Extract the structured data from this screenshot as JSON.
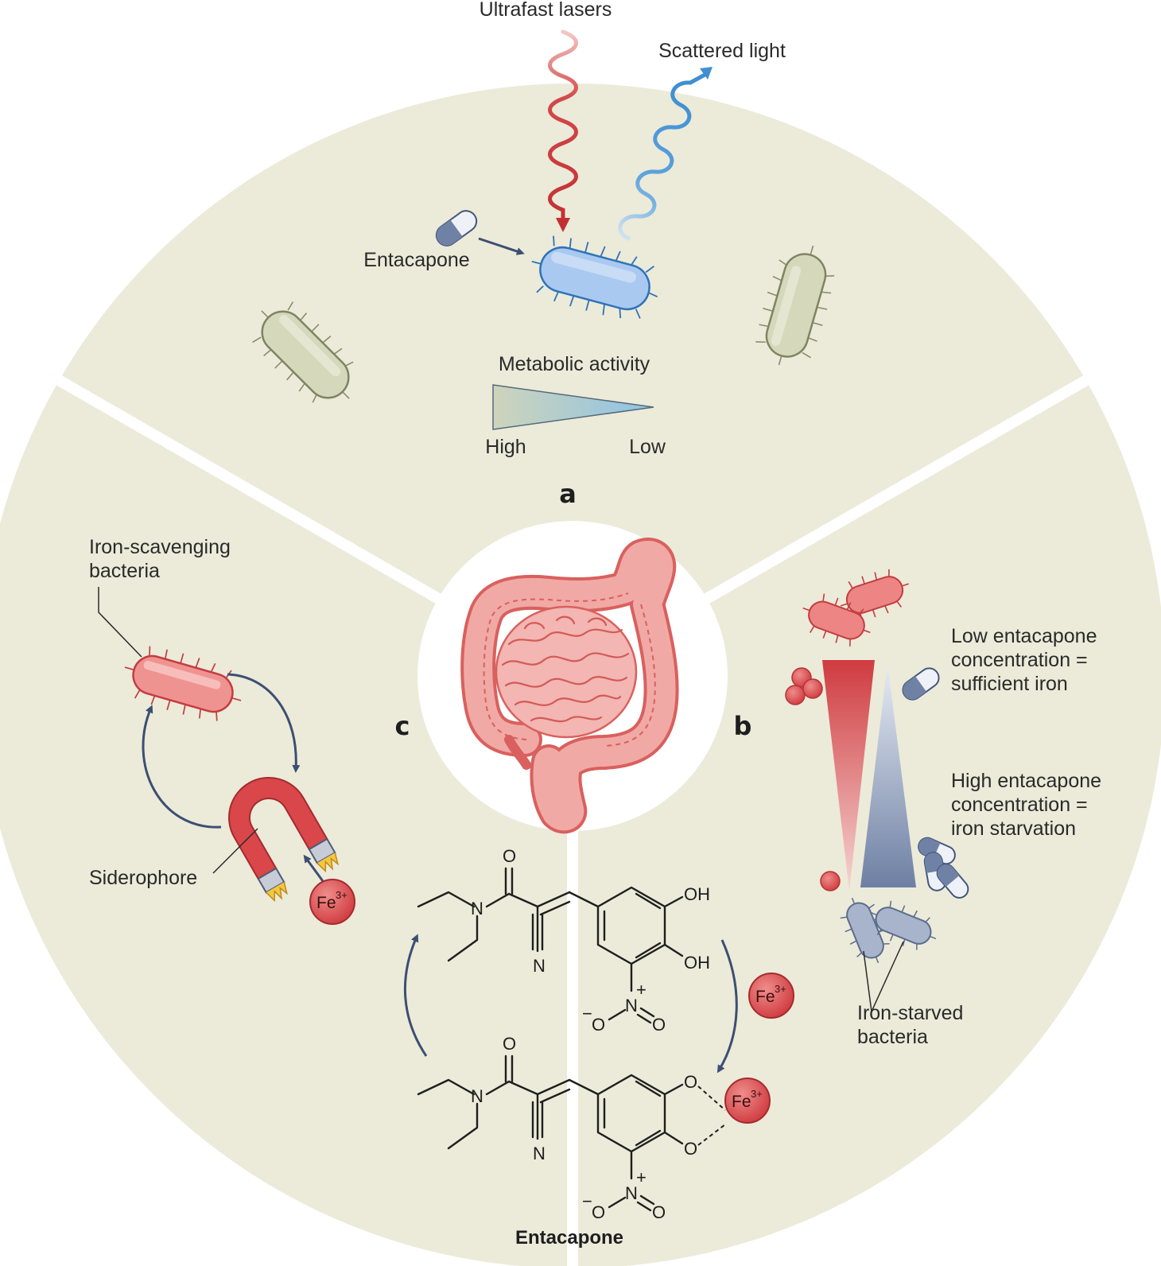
{
  "panel_a": {
    "letter": "a",
    "ultrafast_lasers": "Ultrafast lasers",
    "scattered_light": "Scattered light",
    "entacapone": "Entacapone",
    "metabolic_activity": "Metabolic activity",
    "high": "High",
    "low": "Low"
  },
  "panel_b": {
    "letter": "b",
    "low_line1": "Low entacapone",
    "low_line2": "concentration =",
    "low_line3": "sufficient iron",
    "high_line1": "High entacapone",
    "high_line2": "concentration =",
    "high_line3": "iron starvation",
    "starved_line1": "Iron-starved",
    "starved_line2": "bacteria"
  },
  "panel_c": {
    "letter": "c",
    "scav_line1": "Iron-scavenging",
    "scav_line2": "bacteria",
    "siderophore": "Siderophore"
  },
  "chemistry": {
    "title": "Entacapone",
    "iron": "Fe",
    "charge": "3+",
    "O": "O",
    "N": "N",
    "OH": "OH",
    "plus": "+",
    "minus": "−"
  },
  "colors": {
    "panel_bg": "#ecead9",
    "laser_red": "#c8363a",
    "scatter_blue": "#3f8fd1",
    "bacteria_red": "#e87a78",
    "bacteria_blue": "#8fb6ea",
    "bacteria_olive": "#c9cbab",
    "arrow_navy": "#3c4f73",
    "iron_red": "#d9474a"
  }
}
